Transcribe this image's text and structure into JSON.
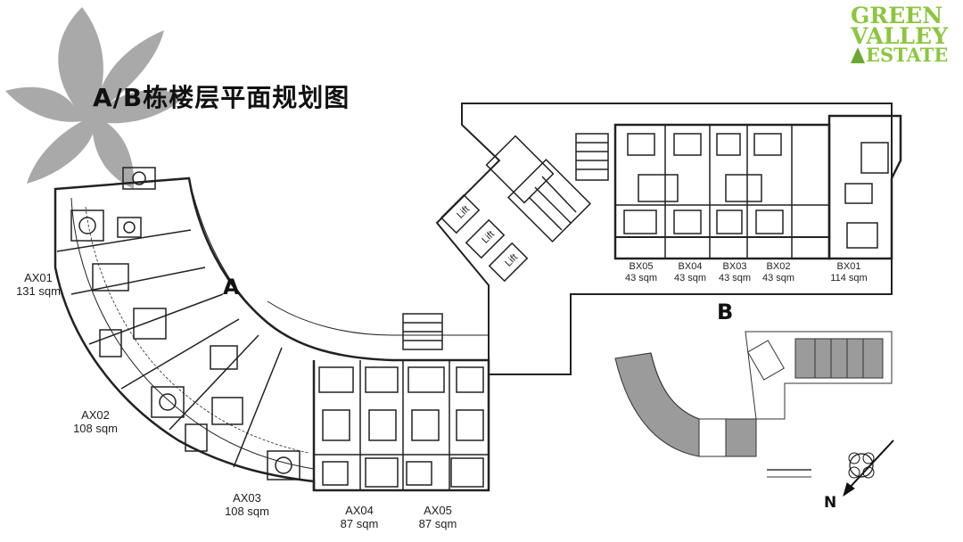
{
  "title": "A/B栋楼层平面规划图",
  "logo": {
    "line1": "GREEN",
    "line2": "VALLEY",
    "line3": "ESTATE"
  },
  "colors": {
    "logo_green": "#8cc63f",
    "leaf_gray": "#9a9a9a",
    "mini_unit_gray": "#9b9b9b"
  },
  "building_labels": {
    "a": "A",
    "b": "B"
  },
  "compass": {
    "north": "N"
  },
  "lift_labels": [
    "Lift",
    "Lift",
    "Lift"
  ],
  "units_a": [
    {
      "name": "AX01",
      "area": "131 sqm"
    },
    {
      "name": "AX02",
      "area": "108 sqm"
    },
    {
      "name": "AX03",
      "area": "108 sqm"
    },
    {
      "name": "AX04",
      "area": "87 sqm"
    },
    {
      "name": "AX05",
      "area": "87 sqm"
    }
  ],
  "units_b": [
    {
      "name": "BX05",
      "area": "43 sqm"
    },
    {
      "name": "BX04",
      "area": "43 sqm"
    },
    {
      "name": "BX03",
      "area": "43 sqm"
    },
    {
      "name": "BX02",
      "area": "43 sqm"
    },
    {
      "name": "BX01",
      "area": "114 sqm"
    }
  ]
}
